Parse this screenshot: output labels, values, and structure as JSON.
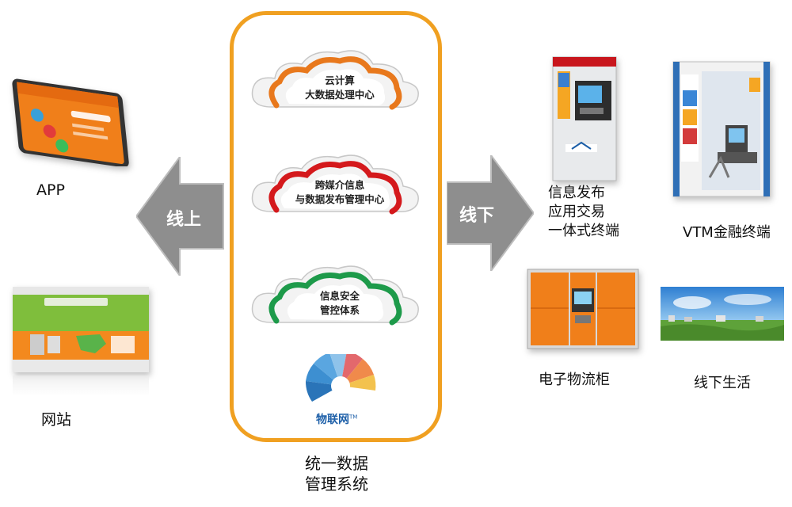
{
  "left": {
    "app_label": "APP",
    "website_label": "网站",
    "arrow_label": "线上"
  },
  "center": {
    "clouds": [
      {
        "text": "云计算\n大数据处理中心",
        "color": "#e8781c"
      },
      {
        "text": "跨媒介信息\n与数据发布管理中心",
        "color": "#d4191c"
      },
      {
        "text": "信息安全\n管控体系",
        "color": "#1d9a4a"
      }
    ],
    "iot_logo_text": "物联网",
    "iot_logo_tm": "TM",
    "caption": "统一数据\n管理系统"
  },
  "right": {
    "arrow_label": "线下",
    "kiosk_label": "信息发布\n应用交易\n一体式终端",
    "vtm_label": "VTM金融终端",
    "locker_label": "电子物流柜",
    "offline_life_label": "线下生活"
  },
  "colors": {
    "panel_border": "#f0a021",
    "arrow_fill": "#8e8e8e",
    "orange": "#f07f1a"
  }
}
